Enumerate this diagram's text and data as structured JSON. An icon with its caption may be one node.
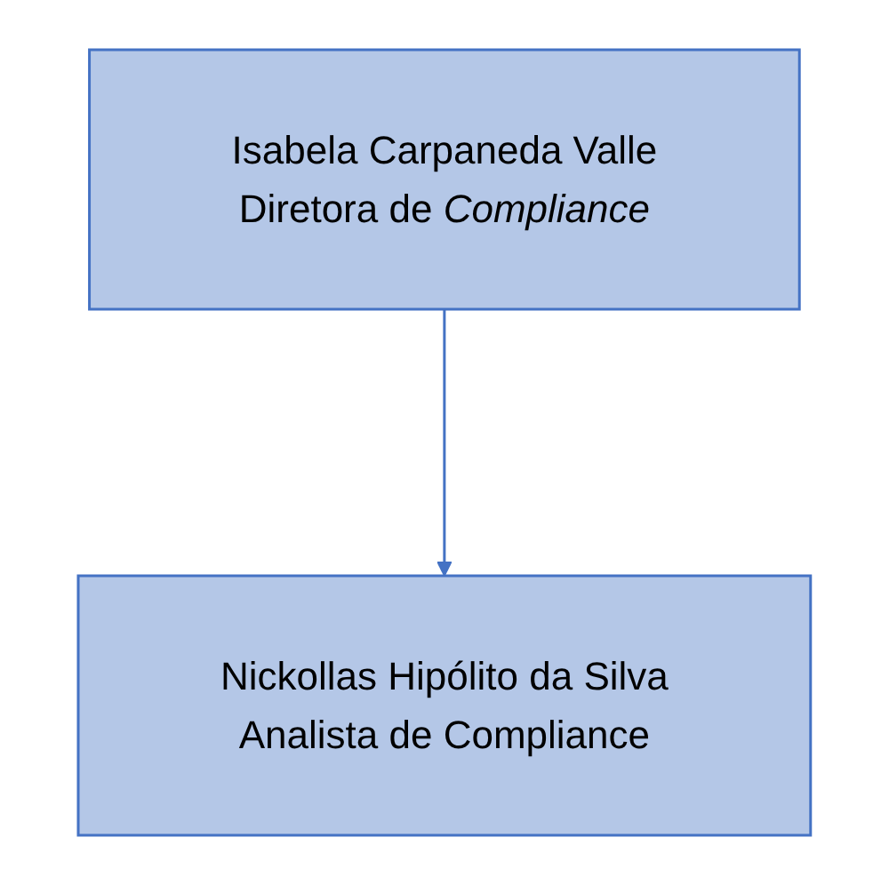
{
  "diagram": {
    "nodes": [
      {
        "text": [
          "Isabela Carpaneda Valle",
          "Diretora de *Compliance*"
        ]
      },
      {
        "text": [
          "Nickollas Hipólito da Silva",
          "Analista de Compliance"
        ]
      }
    ],
    "edges": [
      {
        "from": 0,
        "to": 1,
        "arrow": "to"
      }
    ]
  }
}
